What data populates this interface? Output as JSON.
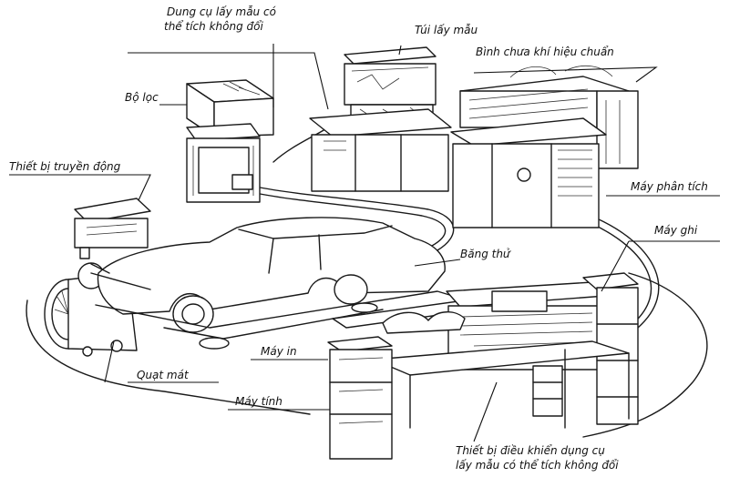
{
  "labels": {
    "cvs_sampler_line1": "Dung cụ lấy mẫu có",
    "cvs_sampler_line2": "thể tích không đổi",
    "sample_bag": "Túi lấy mẫu",
    "calibration_gas": "Bình chưa khí hiệu chuẩn",
    "filter": "Bộ lọc",
    "transmission": "Thiết bị truyền động",
    "analyzer": "Máy phân tích",
    "recorder": "Máy ghi",
    "test_bench": "Băng thử",
    "printer": "Máy in",
    "cooling_fan": "Quạt mát",
    "computer": "Máy tính",
    "cvs_controller_line1": "Thiết bị điều khiển dụng cụ",
    "cvs_controller_line2": "lấy mẫu có thể tích không đổi"
  }
}
